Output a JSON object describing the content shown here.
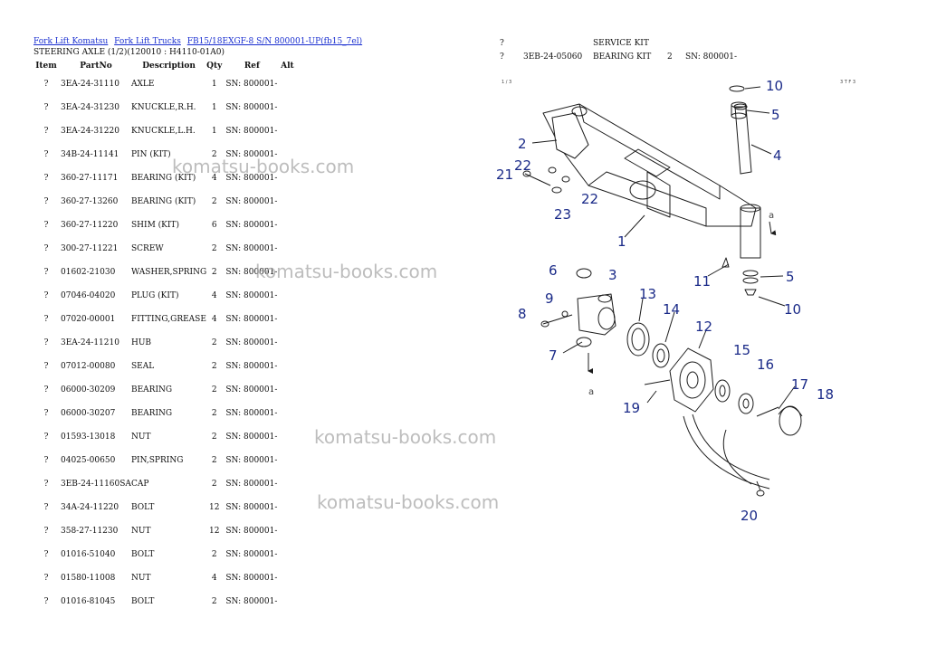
{
  "breadcrumb": {
    "links": [
      "Fork Lift Komatsu",
      "Fork Lift Trucks",
      "FB15/18EXGF-8 S/N 800001-UP(fb15_7el)"
    ]
  },
  "subtitle": "STEERING AXLE (1/2)(120010 : H4110-01A0)",
  "table": {
    "headers": {
      "item": "Item",
      "partno": "PartNo",
      "description": "Description",
      "qty": "Qty",
      "ref": "Ref",
      "alt": "Alt"
    },
    "rows": [
      {
        "item": "?",
        "partno": "3EA-24-31110",
        "description": "AXLE",
        "qty": "1",
        "ref": "SN: 800001-"
      },
      {
        "item": "?",
        "partno": "3EA-24-31230",
        "description": "KNUCKLE,R.H.",
        "qty": "1",
        "ref": "SN: 800001-"
      },
      {
        "item": "?",
        "partno": "3EA-24-31220",
        "description": "KNUCKLE,L.H.",
        "qty": "1",
        "ref": "SN: 800001-"
      },
      {
        "item": "?",
        "partno": "34B-24-11141",
        "description": "PIN (KIT)",
        "qty": "2",
        "ref": "SN: 800001-"
      },
      {
        "item": "?",
        "partno": "360-27-11171",
        "description": "BEARING (KIT)",
        "qty": "4",
        "ref": "SN: 800001-"
      },
      {
        "item": "?",
        "partno": "360-27-13260",
        "description": "BEARING (KIT)",
        "qty": "2",
        "ref": "SN: 800001-"
      },
      {
        "item": "?",
        "partno": "360-27-11220",
        "description": "SHIM (KIT)",
        "qty": "6",
        "ref": "SN: 800001-"
      },
      {
        "item": "?",
        "partno": "300-27-11221",
        "description": "SCREW",
        "qty": "2",
        "ref": "SN: 800001-"
      },
      {
        "item": "?",
        "partno": "01602-21030",
        "description": "WASHER,SPRING",
        "qty": "2",
        "ref": "SN: 800001-"
      },
      {
        "item": "?",
        "partno": "07046-04020",
        "description": "PLUG (KIT)",
        "qty": "4",
        "ref": "SN: 800001-"
      },
      {
        "item": "?",
        "partno": "07020-00001",
        "description": "FITTING,GREASE",
        "qty": "4",
        "ref": "SN: 800001-"
      },
      {
        "item": "?",
        "partno": "3EA-24-11210",
        "description": "HUB",
        "qty": "2",
        "ref": "SN: 800001-"
      },
      {
        "item": "?",
        "partno": "07012-00080",
        "description": "SEAL",
        "qty": "2",
        "ref": "SN: 800001-"
      },
      {
        "item": "?",
        "partno": "06000-30209",
        "description": "BEARING",
        "qty": "2",
        "ref": "SN: 800001-"
      },
      {
        "item": "?",
        "partno": "06000-30207",
        "description": "BEARING",
        "qty": "2",
        "ref": "SN: 800001-"
      },
      {
        "item": "?",
        "partno": "01593-13018",
        "description": "NUT",
        "qty": "2",
        "ref": "SN: 800001-"
      },
      {
        "item": "?",
        "partno": "04025-00650",
        "description": "PIN,SPRING",
        "qty": "2",
        "ref": "SN: 800001-"
      },
      {
        "item": "?",
        "partno": "3EB-24-11160SA",
        "description": "CAP",
        "qty": "2",
        "ref": "SN: 800001-"
      },
      {
        "item": "?",
        "partno": "34A-24-11220",
        "description": "BOLT",
        "qty": "12",
        "ref": "SN: 800001-"
      },
      {
        "item": "?",
        "partno": "358-27-11230",
        "description": "NUT",
        "qty": "12",
        "ref": "SN: 800001-"
      },
      {
        "item": "?",
        "partno": "01016-51040",
        "description": "BOLT",
        "qty": "2",
        "ref": "SN: 800001-"
      },
      {
        "item": "?",
        "partno": "01580-11008",
        "description": "NUT",
        "qty": "4",
        "ref": "SN: 800001-"
      },
      {
        "item": "?",
        "partno": "01016-81045",
        "description": "BOLT",
        "qty": "2",
        "ref": "SN: 800001-"
      }
    ]
  },
  "service_kit": {
    "header": {
      "item": "?",
      "title": "SERVICE KIT"
    },
    "row": {
      "item": "?",
      "partno": "3EB-24-05060",
      "description": "BEARING KIT",
      "qty": "2",
      "ref": "SN: 800001-"
    }
  },
  "watermark": "komatsu-books.com",
  "diagram": {
    "corner_left": "1 / 3",
    "corner_right": "3 T F 3",
    "callouts": [
      "10",
      "5",
      "4",
      "2",
      "22",
      "21",
      "22",
      "23",
      "1",
      "a",
      "11",
      "5",
      "10",
      "6",
      "3",
      "9",
      "8",
      "13",
      "14",
      "12",
      "7",
      "15",
      "16",
      "17",
      "18",
      "a",
      "19",
      "20"
    ]
  }
}
